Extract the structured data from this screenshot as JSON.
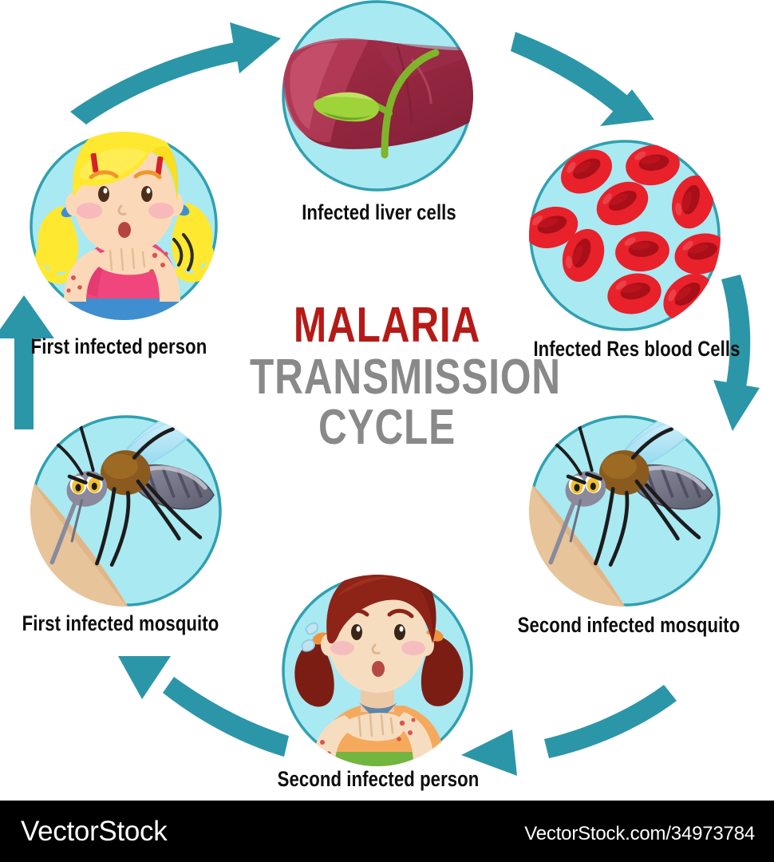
{
  "title": {
    "line1": "MALARIA",
    "line2": "TRANSMISSION",
    "line3": "CYCLE",
    "color_primary": "#b51a16",
    "color_secondary": "#898989"
  },
  "theme": {
    "arrow_color": "#2b96a8",
    "circle_fill": "#a9e9f2",
    "circle_stroke": "#30a0b0",
    "background": "#ffffff",
    "label_color": "#0d0d0d"
  },
  "stages": [
    {
      "id": "infected-liver-cells",
      "label": "Infected liver cells",
      "position": "top",
      "illustration": "liver",
      "colors": {
        "organ": "#96243f",
        "organ_light": "#b8395a",
        "duct": "#7fb52a"
      }
    },
    {
      "id": "infected-red-blood-cells",
      "label": "Infected Res blood Cells",
      "position": "top-right",
      "illustration": "red-blood-cells",
      "cell_count": 10,
      "colors": {
        "cell": "#e8212b",
        "cell_dark": "#b5101a",
        "cell_light": "#f4626a"
      }
    },
    {
      "id": "second-infected-mosquito",
      "label": "Second infected mosquito",
      "position": "bottom-right",
      "illustration": "mosquito-on-skin",
      "colors": {
        "thorax": "#8a5a1e",
        "abdomen": "#7a7a8e",
        "skin": "#e8c49a",
        "wing": "#bfe9f5",
        "eye": "#f2c12e"
      }
    },
    {
      "id": "second-infected-person",
      "label": "Second infected person",
      "position": "bottom",
      "illustration": "girl-brunette-scratching",
      "colors": {
        "hair": "#8e2318",
        "shirt": "#f5a95c",
        "skirt": "#72b53f",
        "skin": "#f7ddc0",
        "collar": "#5e86a8"
      }
    },
    {
      "id": "first-infected-mosquito",
      "label": "First infected mosquito",
      "position": "bottom-left",
      "illustration": "mosquito-on-skin",
      "colors": {
        "thorax": "#8a5a1e",
        "abdomen": "#7a7a8e",
        "skin": "#e8c49a",
        "wing": "#bfe9f5",
        "eye": "#f2c12e"
      }
    },
    {
      "id": "first-infected-person",
      "label": "First infected person",
      "position": "top-left",
      "illustration": "girl-blonde-scratching",
      "colors": {
        "hair": "#ffe830",
        "shirt": "#f0457d",
        "shorts": "#3f8fd0",
        "skin": "#fbd9b8",
        "clip": "#d8202a"
      }
    }
  ],
  "arrows": [
    {
      "id": "arrow-person1-to-liver",
      "from": "first-infected-person",
      "to": "infected-liver-cells"
    },
    {
      "id": "arrow-liver-to-rbc",
      "from": "infected-liver-cells",
      "to": "infected-red-blood-cells"
    },
    {
      "id": "arrow-rbc-to-mosquito2",
      "from": "infected-red-blood-cells",
      "to": "second-infected-mosquito"
    },
    {
      "id": "arrow-mosquito2-to-person2",
      "from": "second-infected-mosquito",
      "to": "second-infected-person"
    },
    {
      "id": "arrow-person2-to-mosquito1",
      "from": "second-infected-person",
      "to": "first-infected-mosquito"
    },
    {
      "id": "arrow-mosquito1-to-person1",
      "from": "first-infected-mosquito",
      "to": "first-infected-person"
    }
  ],
  "footer": {
    "brand": "VectorStock",
    "url": "VectorStock.com/34973784",
    "background": "#000000",
    "text_color": "#ffffff"
  }
}
